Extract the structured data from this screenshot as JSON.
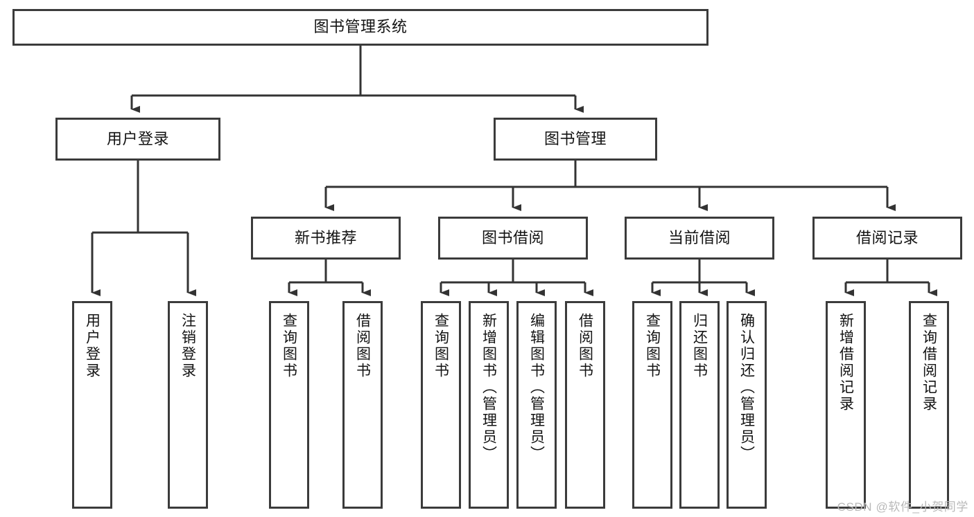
{
  "diagram": {
    "type": "tree",
    "title": "图书管理系统",
    "watermark": "CSDN @软件_小贺同学",
    "colors": {
      "box_border": "#3b3b3b",
      "box_fill": "#ffffff",
      "connector": "#333333",
      "text": "#131313",
      "watermark": "#b9b9b9",
      "background": "#ffffff"
    },
    "levels": {
      "root": {
        "label": "图书管理系统"
      },
      "level2": [
        {
          "label": "用户登录"
        },
        {
          "label": "图书管理"
        }
      ],
      "level3": [
        {
          "label": "新书推荐"
        },
        {
          "label": "图书借阅"
        },
        {
          "label": "当前借阅"
        },
        {
          "label": "借阅记录"
        }
      ],
      "leaves": {
        "user_login": [
          {
            "label": "用户登录"
          },
          {
            "label": "注销登录"
          }
        ],
        "new_book_recommend": [
          {
            "label": "查询图书"
          },
          {
            "label": "借阅图书"
          }
        ],
        "book_borrow": [
          {
            "label": "查询图书"
          },
          {
            "label": "新增图书（管理员）"
          },
          {
            "label": "编辑图书（管理员）"
          },
          {
            "label": "借阅图书"
          }
        ],
        "current_borrow": [
          {
            "label": "查询图书"
          },
          {
            "label": "归还图书"
          },
          {
            "label": "确认归还（管理员）"
          }
        ],
        "borrow_record": [
          {
            "label": "新增借阅记录"
          },
          {
            "label": "查询借阅记录"
          }
        ]
      }
    }
  }
}
